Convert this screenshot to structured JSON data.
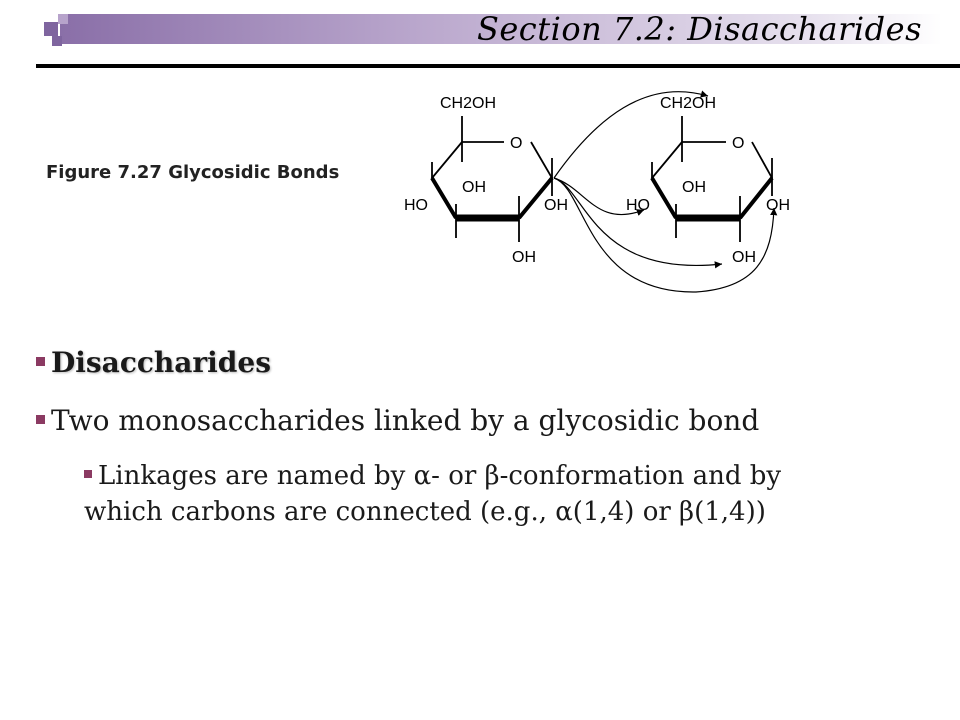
{
  "header": {
    "title": "Section 7.2: Disaccharides"
  },
  "figure": {
    "caption": "Figure 7.27 Glycosidic Bonds",
    "labels": {
      "left_ch2oh": "CH2OH",
      "left_o": "O",
      "left_oh_inner": "OH",
      "left_ho": "HO",
      "left_oh_right": "OH",
      "left_oh_bottom": "OH",
      "right_ch2oh": "CH2OH",
      "right_o": "O",
      "right_oh_inner": "OH",
      "right_ho": "HO",
      "right_oh_right": "OH",
      "right_oh_bottom": "OH"
    }
  },
  "content": {
    "bullet1": "Disaccharides",
    "bullet2": "Two monosaccharides linked by a glycosidic bond",
    "sub_bullet_line1": "Linkages are named by α- or β-conformation and by",
    "sub_bullet_line2": "which carbons are connected (e.g., α(1,4) or β(1,4))"
  },
  "colors": {
    "accent": "#7f659f",
    "bullet": "#8b3a62"
  }
}
